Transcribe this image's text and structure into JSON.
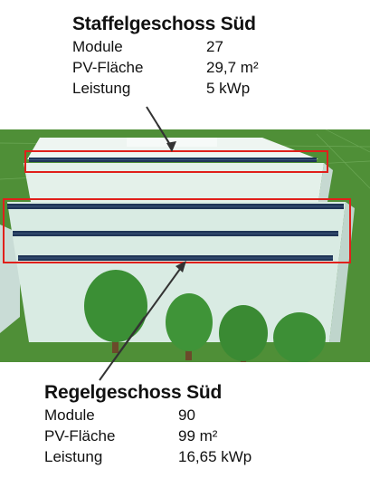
{
  "top": {
    "title": "Staffelgeschoss Süd",
    "rows": [
      {
        "key": "Module",
        "value": "27"
      },
      {
        "key": "PV-Fläche",
        "value": "29,7 m²"
      },
      {
        "key": "Leistung",
        "value": "5 kWp"
      }
    ]
  },
  "bottom": {
    "title": "Regelgeschoss Süd",
    "rows": [
      {
        "key": "Module",
        "value": "90"
      },
      {
        "key": "PV-Fläche",
        "value": "99 m²"
      },
      {
        "key": "Leistung",
        "value": "16,65 kWp"
      }
    ]
  },
  "colors": {
    "highlight": "#e0201b",
    "grass": "#4f8f37",
    "facade": "#dcebe4",
    "panel": "#1f3456",
    "tree": "#3b8f35"
  }
}
